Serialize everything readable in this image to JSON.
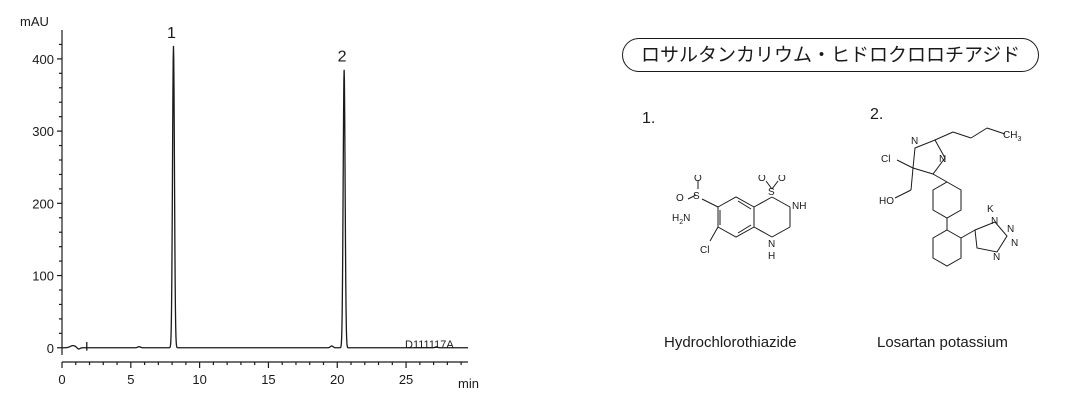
{
  "chart_data": {
    "type": "line",
    "ylabel": "mAU",
    "xlabel": "min",
    "xlim": [
      0,
      29.5
    ],
    "ylim": [
      -10,
      440
    ],
    "xticks": [
      0,
      5,
      10,
      15,
      20,
      25
    ],
    "yticks": [
      0,
      100,
      200,
      300,
      400
    ],
    "annotation": "D111117A",
    "peaks": [
      {
        "label": "1",
        "rt": 8.1,
        "height": 418
      },
      {
        "label": "2",
        "rt": 20.5,
        "height": 385
      }
    ],
    "grid": false
  },
  "panel": {
    "title": "ロサルタンカリウム・ヒドロクロロチアジド",
    "compounds": [
      {
        "number": "1.",
        "name": "Hydrochlorothiazide"
      },
      {
        "number": "2.",
        "name": "Losartan potassium"
      }
    ]
  },
  "structure1_atoms": {
    "o1": "O",
    "o2": "O",
    "s1": "S",
    "h2n": "H2N",
    "o3": "O",
    "o4": "O",
    "s2": "S",
    "nh1": "NH",
    "nh2": "N",
    "h": "H",
    "cl": "Cl"
  },
  "structure2_atoms": {
    "n1": "N",
    "n2": "N",
    "cl": "Cl",
    "ho": "HO",
    "ch3": "CH3",
    "k": "K",
    "tn1": "N",
    "tn2": "N",
    "tn3": "N",
    "tn4": "N"
  }
}
